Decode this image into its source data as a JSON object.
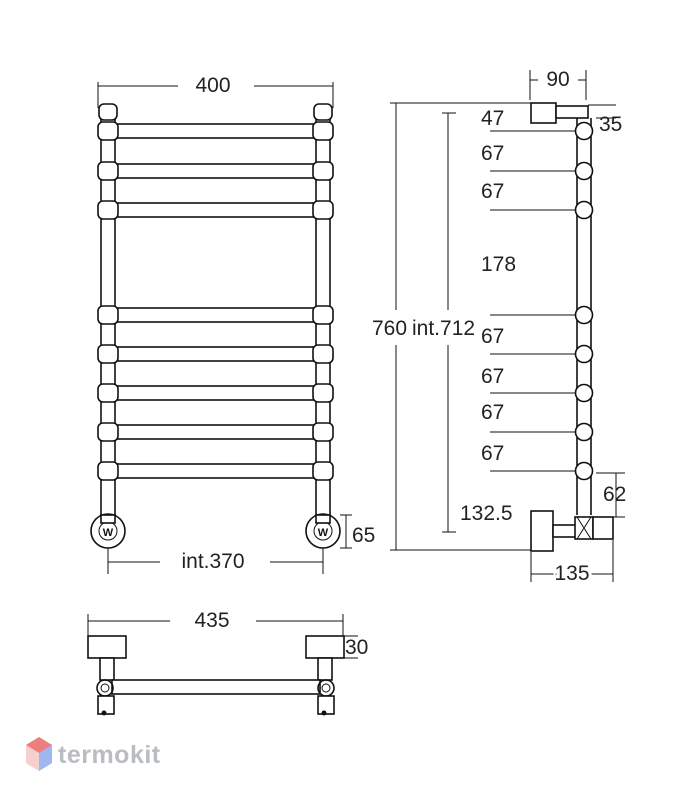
{
  "front": {
    "width": "400",
    "inner_width": "int.370",
    "bottom": "65"
  },
  "side": {
    "depth": "90",
    "top": "35",
    "total": "760",
    "inner": "int.712",
    "spacings": [
      "47",
      "67",
      "67",
      "178",
      "67",
      "67",
      "67",
      "67"
    ],
    "lower": "62",
    "bottom_offset": "132.5",
    "depth_bottom": "135"
  },
  "top_view": {
    "width": "435",
    "depth": "30"
  },
  "logo": {
    "text": "termokit"
  },
  "colors": {
    "line": "#111111",
    "logo_gray": "#b9bcc0",
    "logo_red": "#e03030",
    "logo_blue": "#3a6fd8"
  }
}
